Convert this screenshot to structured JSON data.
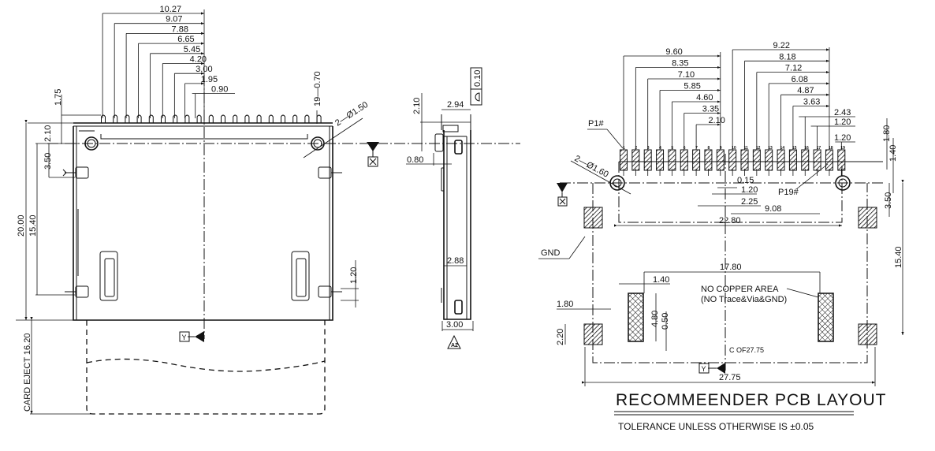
{
  "front_view": {
    "pin_offsets": [
      "10.27",
      "9.07",
      "7.88",
      "6.65",
      "5.45",
      "4.20",
      "3.00",
      "1.95",
      "0.90"
    ],
    "pin_count_dim": "19—0.70",
    "hole_dim": "2—Ø1.50",
    "dims": {
      "pin_height": "1.75",
      "top_to_hole": "2.10",
      "hole_to_tab": "3.50",
      "overall_depth": "20.00",
      "tab_spacing": "15.40",
      "tab_width": "1.20",
      "card_eject": "CARD  EJECT  16.20"
    },
    "datum_x": "X",
    "datum_y": "Y"
  },
  "side_view": {
    "flatness": "0.10",
    "dims": {
      "top_offset": "2.10",
      "top_width": "2.94",
      "left_offset": "0.80",
      "body_width": "2.88",
      "base_width": "3.00"
    },
    "revision": "A2"
  },
  "pcb_layout": {
    "left_pin_offsets": [
      "9.60",
      "8.35",
      "7.10",
      "5.85",
      "4.60",
      "3.35",
      "2.10"
    ],
    "right_pin_offsets": [
      "9.22",
      "8.18",
      "7.12",
      "6.08",
      "4.87",
      "3.63",
      "2.43",
      "1.20",
      "1.20"
    ],
    "pin_numbers": [
      "1",
      "2",
      "3",
      "4",
      "5",
      "6",
      "7",
      "8",
      "9",
      "10",
      "11",
      "12",
      "13",
      "14",
      "15",
      "16",
      "17",
      "18",
      "19"
    ],
    "labels": {
      "p1": "P1#",
      "p19": "P19#",
      "hole": "2—Ø1.60",
      "gnd": "GND",
      "no_copper_line1": "NO COPPER AREA",
      "no_copper_line2": "(NO Trace&Via&GND)",
      "center": "C OF27.75"
    },
    "dims": {
      "d015": "0.15",
      "d120": "1.20",
      "d225": "2.25",
      "d908": "9.08",
      "d2280": "22.80",
      "d180_top": "1.80",
      "d140_top": "1.40",
      "d350": "3.50",
      "d1540": "15.40",
      "d1780": "17.80",
      "d140": "1.40",
      "d480": "4.80",
      "d050": "0.50",
      "d180": "1.80",
      "d220": "2.20",
      "d2775": "27.75"
    },
    "datum_x": "X",
    "datum_y": "Y",
    "title": "RECOMMEENDER  PCB  LAYOUT",
    "tolerance": "TOLERANCE UNLESS OTHERWISE IS ±0.05"
  }
}
